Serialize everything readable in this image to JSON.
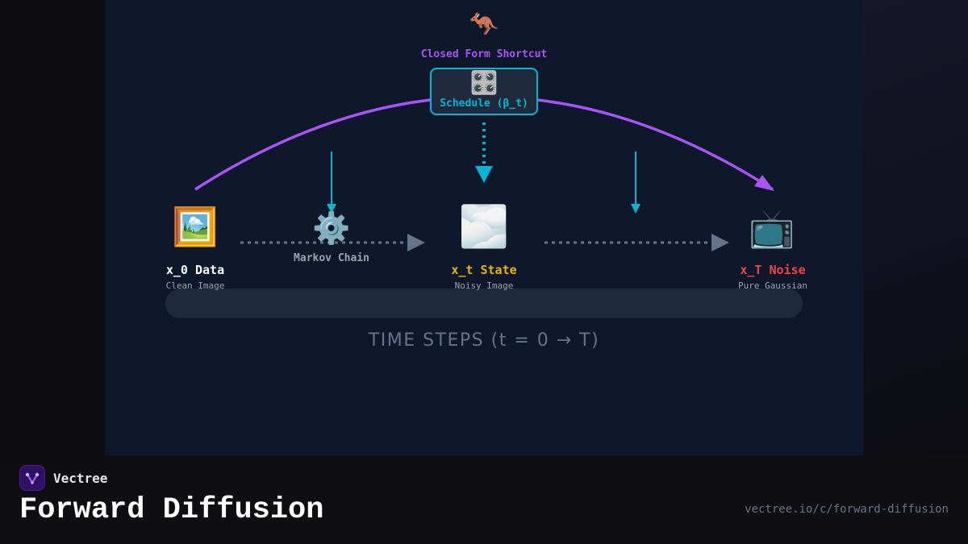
{
  "header": {
    "shortcut_icon": "kangaroo-icon",
    "shortcut_label": "Closed Form Shortcut",
    "schedule_icon": "control-knobs-icon",
    "schedule_label": "Schedule (β_t)"
  },
  "nodes": [
    {
      "icon": "framed-picture-icon",
      "glyph": "🖼️",
      "title": "x_0 Data",
      "subtitle": "Clean Image",
      "color": "#ffffff"
    },
    {
      "icon": "gear-icon",
      "glyph": "⚙️",
      "title": "Markov Chain",
      "subtitle": "",
      "color": "#9ca3af"
    },
    {
      "icon": "fog-icon",
      "glyph": "🌫️",
      "title": "x_t State",
      "subtitle": "Noisy Image",
      "color": "#eab308"
    },
    {
      "icon": "television-icon",
      "glyph": "📺",
      "title": "x_T Noise",
      "subtitle": "Pure Gaussian",
      "color": "#ef4444"
    }
  ],
  "timeline": {
    "label": "TIME STEPS (t = 0 → T)"
  },
  "brand": {
    "name": "Vectree",
    "logo_icon": "vectree-logo-icon"
  },
  "footer": {
    "title": "Forward Diffusion",
    "url": "vectree.io/c/forward-diffusion"
  },
  "colors": {
    "accent_purple": "#a855f7",
    "accent_cyan": "#06b6d4",
    "panel_bg": "#0f172a",
    "arrow_gray": "#64748b"
  }
}
